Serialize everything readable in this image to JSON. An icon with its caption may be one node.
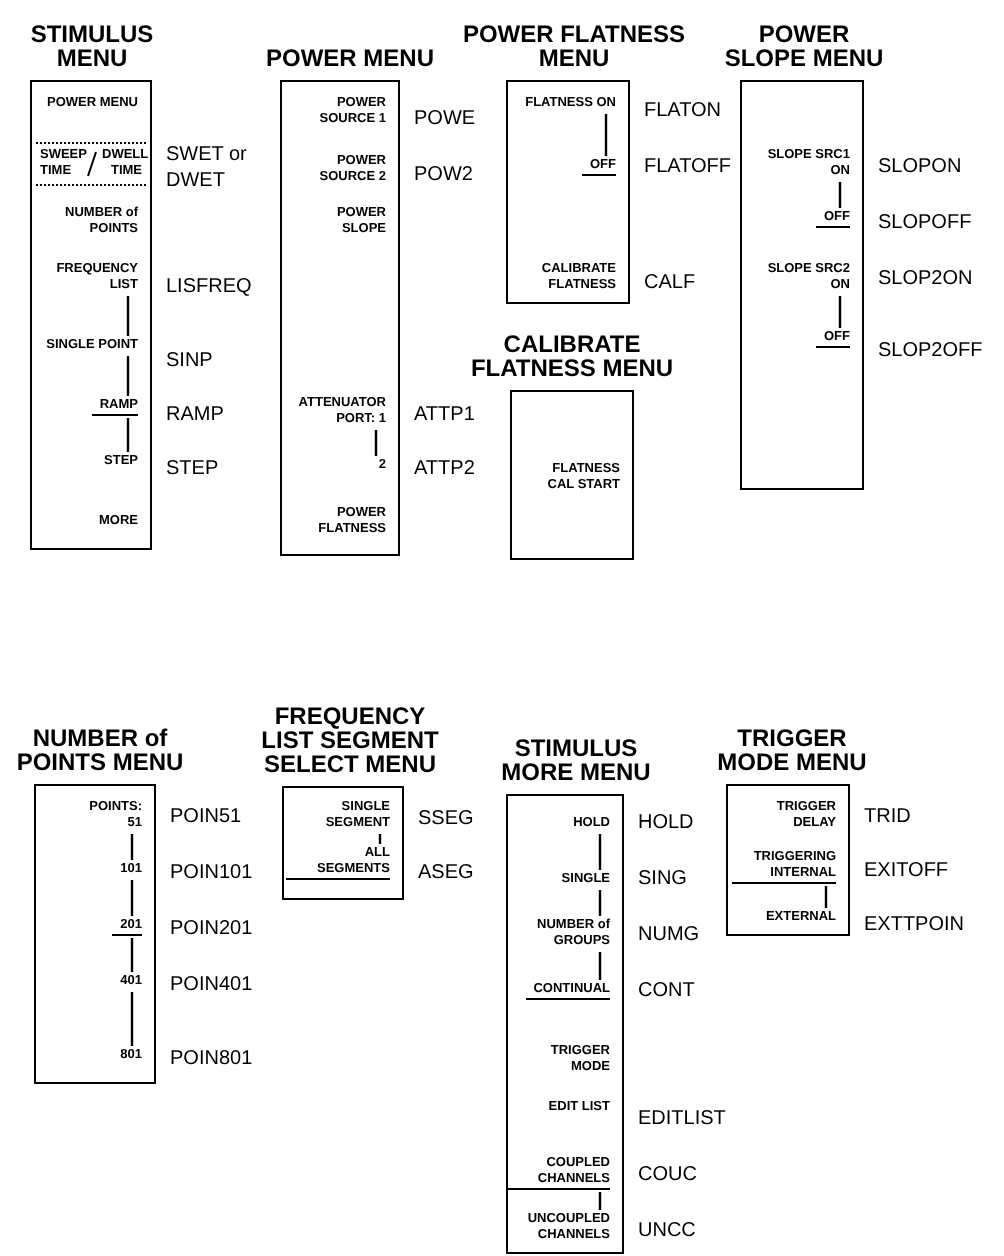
{
  "diagram": {
    "nodes": [
      {
        "text": [
          "STIMULUS MENU"
        ]
      },
      {
        "text": [
          "POWER MENU"
        ],
        "in": 0
      },
      {
        "text": [
          "SWEEP TIME",
          "DWELL TIME"
        ],
        "in": 0,
        "beside": [
          "SWET or DWET"
        ]
      },
      {
        "text": [
          "NUMBER of POINTS"
        ],
        "in": 0
      },
      {
        "text": [
          "FREQUENCY LIST"
        ],
        "in": 0,
        "beside": [
          "LISFREQ"
        ]
      },
      {
        "text": [
          "SINGLE POINT"
        ],
        "in": 0,
        "beside": [
          "SINP"
        ]
      },
      {
        "text": [
          "RAMP"
        ],
        "in": 0,
        "beside": [
          "RAMP"
        ]
      },
      {
        "text": [
          "STEP"
        ],
        "in": 0,
        "beside": [
          "STEP"
        ]
      },
      {
        "text": [
          "MORE"
        ],
        "in": 0
      },
      {
        "text": [
          "POWER MENU"
        ]
      },
      {
        "text": [
          "POWER SOURCE 1"
        ],
        "in": 9,
        "beside": [
          "POWE"
        ]
      },
      {
        "text": [
          "POWER SOURCE 2"
        ],
        "in": 9,
        "beside": [
          "POW2"
        ]
      },
      {
        "text": [
          "POWER SLOPE"
        ],
        "in": 9
      },
      {
        "text": [
          "ATTENUATOR PORT: 1"
        ],
        "in": 9,
        "beside": [
          "ATTP1"
        ]
      },
      {
        "text": [
          "2"
        ],
        "in": 9,
        "beside": [
          "ATTP2"
        ]
      },
      {
        "text": [
          "POWER FLATNESS"
        ],
        "in": 9
      },
      {
        "text": [
          "POWER FLATNESS MENU"
        ]
      },
      {
        "text": [
          "FLATNESS ON"
        ],
        "in": 16,
        "beside": [
          "FLATON"
        ]
      },
      {
        "text": [
          "OFF"
        ],
        "in": 16,
        "beside": [
          "FLATOFF"
        ]
      },
      {
        "text": [
          "CALIBRATE FLATNESS"
        ],
        "in": 16,
        "beside": [
          "CALF"
        ]
      },
      {
        "text": [
          "CALIBRATE FLATNESS MENU"
        ]
      },
      {
        "text": [
          "FLATNESS CAL START"
        ],
        "in": 20
      },
      {
        "text": [
          "POWER SLOPE MENU"
        ]
      },
      {
        "text": [
          "SLOPE SRC1",
          "ON"
        ],
        "in": 22,
        "beside": [
          "SLOPON"
        ]
      },
      {
        "text": [
          "OFF"
        ],
        "in": 22,
        "beside": [
          "SLOPOFF"
        ]
      },
      {
        "text": [
          "SLOPE SRC2",
          "ON"
        ],
        "in": 22,
        "beside": [
          "SLOP2ON"
        ]
      },
      {
        "text": [
          "OFF"
        ],
        "in": 22,
        "beside": [
          "SLOP2OFF"
        ]
      },
      {
        "text": [
          "NUMBER of POINTS MENU"
        ]
      },
      {
        "text": [
          "POINTS:",
          "51"
        ],
        "in": 27,
        "beside": [
          "POIN51"
        ]
      },
      {
        "text": [
          "101"
        ],
        "in": 27,
        "beside": [
          "POIN101"
        ]
      },
      {
        "text": [
          "201"
        ],
        "in": 27,
        "beside": [
          "POIN201"
        ]
      },
      {
        "text": [
          "401"
        ],
        "in": 27,
        "beside": [
          "POIN401"
        ]
      },
      {
        "text": [
          "801"
        ],
        "in": 27,
        "beside": [
          "POIN801"
        ]
      },
      {
        "text": [
          "FREQUENCY LIST SEGMENT SELECT MENU"
        ]
      },
      {
        "text": [
          "SINGLE SEGMENT"
        ],
        "in": 33,
        "beside": [
          "SSEG"
        ]
      },
      {
        "text": [
          "ALL SEGMENTS"
        ],
        "in": 33,
        "beside": [
          "ASEG"
        ]
      },
      {
        "text": [
          "STIMULUS MORE MENU"
        ]
      },
      {
        "text": [
          "HOLD"
        ],
        "in": 36,
        "beside": [
          "HOLD"
        ]
      },
      {
        "text": [
          "SINGLE"
        ],
        "in": 36,
        "beside": [
          "SING"
        ]
      },
      {
        "text": [
          "NUMBER of GROUPS"
        ],
        "in": 36,
        "beside": [
          "NUMG"
        ]
      },
      {
        "text": [
          "CONTINUAL"
        ],
        "in": 36,
        "beside": [
          "CONT"
        ]
      },
      {
        "text": [
          "TRIGGER MODE"
        ],
        "in": 36
      },
      {
        "text": [
          "EDIT LIST"
        ],
        "in": 36,
        "beside": [
          "EDITLIST"
        ]
      },
      {
        "text": [
          "COUPLED CHANNELS"
        ],
        "in": 36,
        "beside": [
          "COUC"
        ]
      },
      {
        "text": [
          "UNCOUPLED CHANNELS"
        ],
        "in": 36,
        "beside": [
          "UNCC"
        ]
      },
      {
        "text": [
          "TRIGGER MODE MENU"
        ]
      },
      {
        "text": [
          "TRIGGER DELAY"
        ],
        "in": 45,
        "beside": [
          "TRID"
        ]
      },
      {
        "text": [
          "TRIGGERING INTERNAL"
        ],
        "in": 45,
        "beside": [
          "EXITOFF"
        ]
      },
      {
        "text": [
          "EXTERNAL"
        ],
        "in": 45,
        "beside": [
          "EXTTPOIN"
        ]
      }
    ],
    "edges": [
      {
        "from": 4,
        "to": 5,
        "arrow": "none"
      },
      {
        "from": 5,
        "to": 6,
        "arrow": "none"
      },
      {
        "from": 6,
        "to": 7,
        "arrow": "none"
      },
      {
        "from": 13,
        "to": 14,
        "arrow": "none"
      },
      {
        "from": 17,
        "to": 18,
        "arrow": "none"
      },
      {
        "from": 23,
        "to": 24,
        "arrow": "none"
      },
      {
        "from": 25,
        "to": 26,
        "arrow": "none"
      },
      {
        "from": 28,
        "to": 29,
        "arrow": "none"
      },
      {
        "from": 29,
        "to": 30,
        "arrow": "none"
      },
      {
        "from": 30,
        "to": 31,
        "arrow": "none"
      },
      {
        "from": 31,
        "to": 32,
        "arrow": "none"
      },
      {
        "from": 34,
        "to": 35,
        "arrow": "none"
      },
      {
        "from": 37,
        "to": 38,
        "arrow": "none"
      },
      {
        "from": 38,
        "to": 39,
        "arrow": "none"
      },
      {
        "from": 39,
        "to": 40,
        "arrow": "none"
      },
      {
        "from": 43,
        "to": 44,
        "arrow": "none"
      },
      {
        "from": 47,
        "to": 48,
        "arrow": "none"
      }
    ]
  }
}
